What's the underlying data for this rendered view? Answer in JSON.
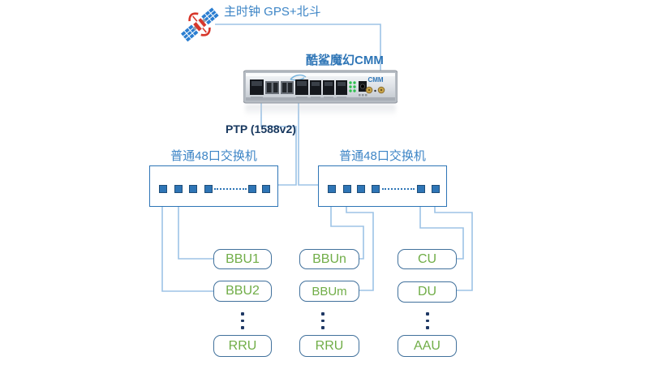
{
  "clock": {
    "label": "主时钟 GPS+北斗"
  },
  "cmm": {
    "label": "酷鲨魔幻CMM",
    "device_text": "CMM"
  },
  "ptp": {
    "label": "PTP (1588v2)"
  },
  "switches": [
    {
      "title": "普通48口交换机"
    },
    {
      "title": "普通48口交换机"
    }
  ],
  "node_groups": [
    {
      "items": [
        "BBU1",
        "BBU2",
        "RRU"
      ]
    },
    {
      "items": [
        "BBUn",
        "BBUm",
        "RRU"
      ]
    },
    {
      "items": [
        "CU",
        "DU",
        "AAU"
      ]
    }
  ],
  "colors": {
    "label_blue": "#3d85c6",
    "title_blue": "#2e75b6",
    "connector_light_blue": "#9dc3e6",
    "dark_navy": "#17375e",
    "node_border_blue": "#41719c",
    "node_text_green": "#70ad47"
  }
}
